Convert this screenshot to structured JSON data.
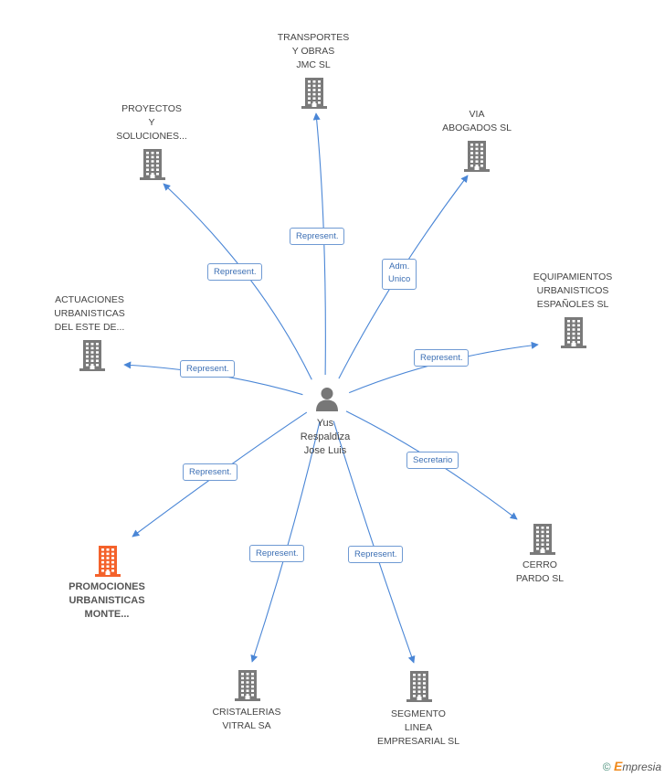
{
  "colors": {
    "edge": "#4a86d6",
    "building": "#7a7a7a",
    "building_highlight": "#f4622b",
    "person": "#777777"
  },
  "center": {
    "lines": [
      "Yus",
      "Respaldiza",
      "Jose Luis"
    ],
    "icon": "person-icon"
  },
  "nodes": [
    {
      "id": "transportes",
      "lines": [
        "TRANSPORTES",
        "Y OBRAS",
        "JMC SL"
      ],
      "icon": "building-icon",
      "highlight": false
    },
    {
      "id": "proyectos",
      "lines": [
        "PROYECTOS",
        "Y",
        "SOLUCIONES..."
      ],
      "icon": "building-icon",
      "highlight": false
    },
    {
      "id": "via",
      "lines": [
        "VIA",
        "ABOGADOS SL"
      ],
      "icon": "building-icon",
      "highlight": false
    },
    {
      "id": "equipamientos",
      "lines": [
        "EQUIPAMIENTOS",
        "URBANISTICOS",
        "ESPAÑOLES SL"
      ],
      "icon": "building-icon",
      "highlight": false
    },
    {
      "id": "actuaciones",
      "lines": [
        "ACTUACIONES",
        "URBANISTICAS",
        "DEL ESTE DE..."
      ],
      "icon": "building-icon",
      "highlight": false
    },
    {
      "id": "promociones",
      "lines": [
        "PROMOCIONES",
        "URBANISTICAS",
        "MONTE..."
      ],
      "icon": "building-icon",
      "highlight": true
    },
    {
      "id": "cerro",
      "lines": [
        "CERRO",
        "PARDO SL"
      ],
      "icon": "building-icon",
      "highlight": false
    },
    {
      "id": "cristalerias",
      "lines": [
        "CRISTALERIAS",
        "VITRAL SA"
      ],
      "icon": "building-icon",
      "highlight": false
    },
    {
      "id": "segmento",
      "lines": [
        "SEGMENTO",
        "LINEA",
        "EMPRESARIAL SL"
      ],
      "icon": "building-icon",
      "highlight": false
    }
  ],
  "edges": [
    {
      "to": "transportes",
      "label": [
        "Represent."
      ]
    },
    {
      "to": "proyectos",
      "label": [
        "Represent."
      ]
    },
    {
      "to": "via",
      "label": [
        "Adm.",
        "Unico"
      ]
    },
    {
      "to": "equipamientos",
      "label": [
        "Represent."
      ]
    },
    {
      "to": "actuaciones",
      "label": [
        "Represent."
      ]
    },
    {
      "to": "promociones",
      "label": [
        "Represent."
      ]
    },
    {
      "to": "cerro",
      "label": [
        "Secretario"
      ]
    },
    {
      "to": "cristalerias",
      "label": [
        "Represent."
      ]
    },
    {
      "to": "segmento",
      "label": [
        "Represent."
      ]
    }
  ],
  "footer": {
    "copyright_symbol": "©",
    "brand_initial": "E",
    "brand_rest": "mpresia"
  }
}
